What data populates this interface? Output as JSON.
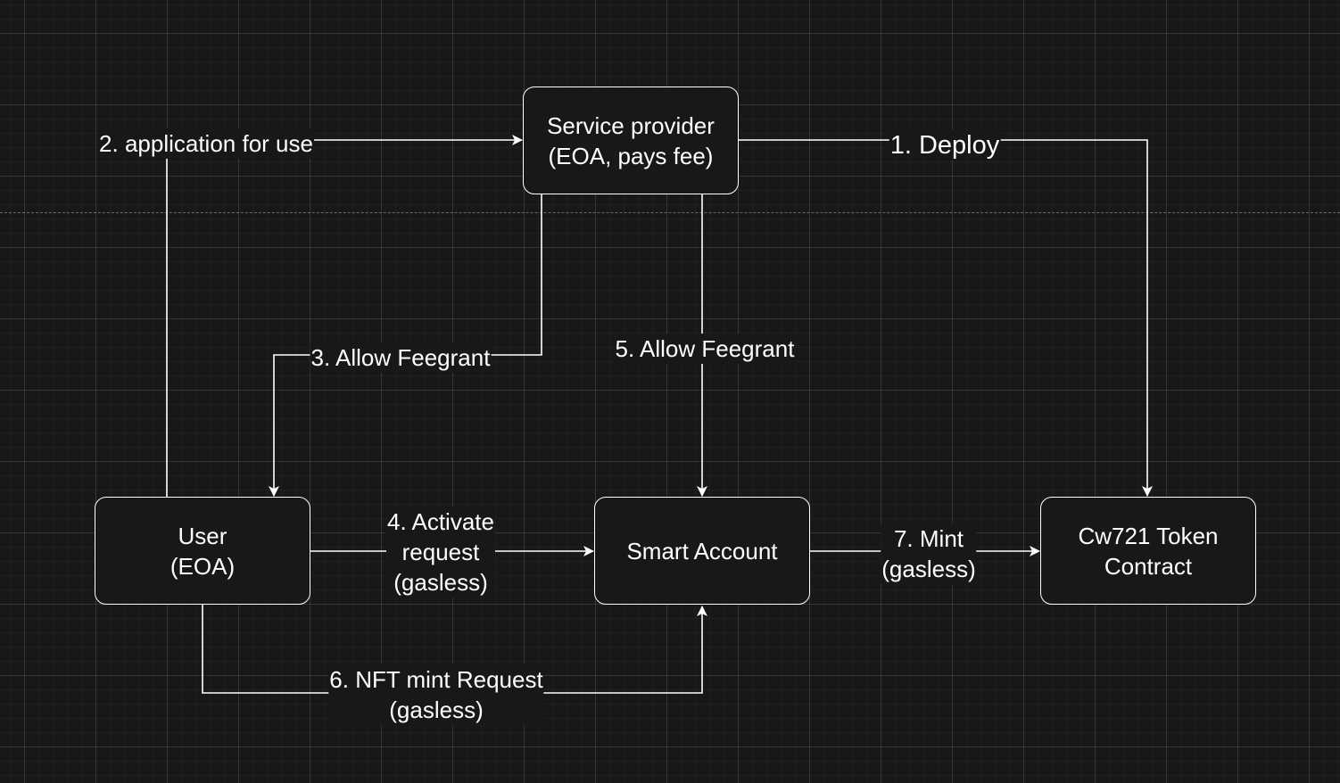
{
  "nodes": {
    "service_provider": "Service provider\n(EOA, pays fee)",
    "user": "User\n(EOA)",
    "smart_account": "Smart Account",
    "token_contract": "Cw721 Token\nContract"
  },
  "edges": {
    "deploy": "1. Deploy",
    "application": "2. application for use",
    "allow_feegrant_user": "3. Allow Feegrant",
    "activate_request": "4. Activate\nrequest\n(gasless)",
    "allow_feegrant_account": "5. Allow Feegrant",
    "nft_mint_request": "6. NFT mint Request\n(gasless)",
    "mint": "7. Mint\n(gasless)"
  },
  "colors": {
    "background": "#181818",
    "stroke": "#ffffff",
    "text": "#ffffff"
  }
}
